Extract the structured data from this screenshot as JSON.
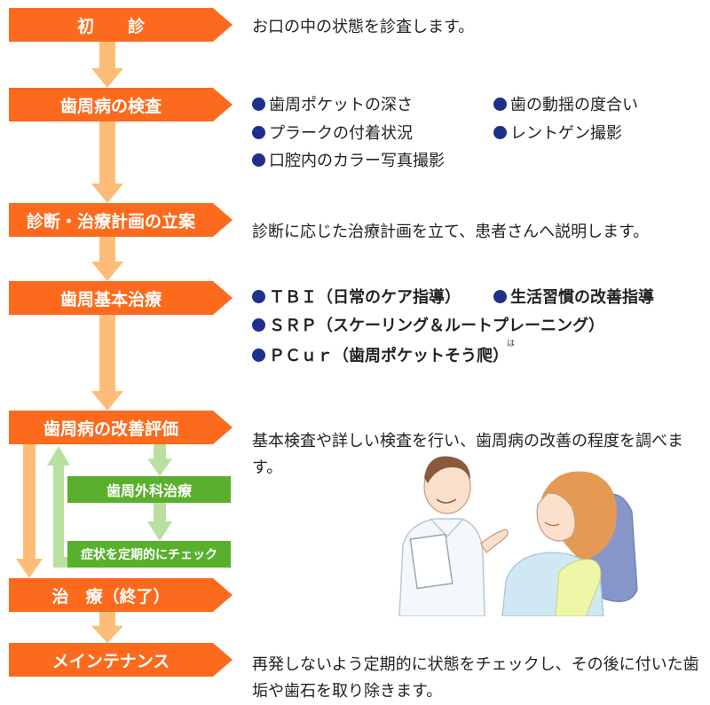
{
  "colors": {
    "step_fill": "#fb6a1d",
    "arrow_fill": "#fdbd78",
    "sub_fill": "#58b02c",
    "sub_arrow_fill": "#b9e0a0",
    "bullet": "#1e2f8c"
  },
  "steps": [
    {
      "label": "初　　診",
      "description": "お口の中の状態を診査します。"
    },
    {
      "label": "歯周病の検査",
      "bullets": [
        "歯周ポケットの深さ",
        "歯の動揺の度合い",
        "プラークの付着状況",
        "レントゲン撮影",
        "口腔内のカラー写真撮影"
      ]
    },
    {
      "label": "診断・治療計画の立案",
      "description": "診断に応じた治療計画を立て、患者さんへ説明します。"
    },
    {
      "label": "歯周基本治療",
      "bullets": [
        "ＴＢＩ（日常のケア指導）",
        "生活習慣の改善指導",
        "ＳＲＰ（スケーリング＆ルートプレーニング）",
        "ＰＣｕｒ（歯周ポケットそう爬）"
      ],
      "ruby": "は"
    },
    {
      "label": "歯周病の改善評価",
      "description": "基本検査や詳しい検査を行い、歯周病の改善の程度を調べます。"
    },
    {
      "label": "治　療（終了）"
    },
    {
      "label": "メインテナンス",
      "description": "再発しないよう定期的に状態をチェックし、その後に付いた歯垢や歯石を取り除きます。"
    }
  ],
  "sub_steps": [
    {
      "label": "歯周外科治療"
    },
    {
      "label": "症状を定期的にチェック"
    }
  ],
  "illustration": {
    "icon": "dentist-patient-illustration"
  }
}
